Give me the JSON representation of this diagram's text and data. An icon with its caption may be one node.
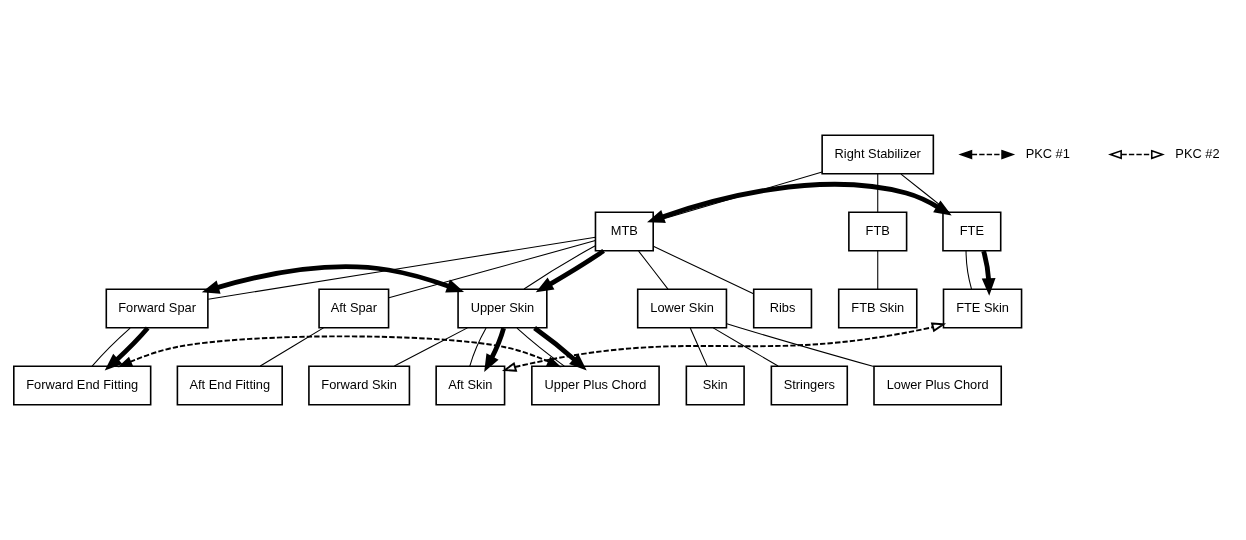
{
  "diagram": {
    "nodes": [
      {
        "text": [
          "Right Stabilizer"
        ]
      },
      {
        "text": [
          "MTB"
        ]
      },
      {
        "text": [
          "FTB"
        ]
      },
      {
        "text": [
          "FTE"
        ]
      },
      {
        "text": [
          "Forward Spar"
        ]
      },
      {
        "text": [
          "Aft Spar"
        ]
      },
      {
        "text": [
          "Upper Skin"
        ]
      },
      {
        "text": [
          "Lower Skin"
        ]
      },
      {
        "text": [
          "Ribs"
        ]
      },
      {
        "text": [
          "FTB Skin"
        ]
      },
      {
        "text": [
          "FTE Skin"
        ]
      },
      {
        "text": [
          "Forward End Fitting"
        ]
      },
      {
        "text": [
          "Aft End Fitting"
        ]
      },
      {
        "text": [
          "Forward Skin"
        ]
      },
      {
        "text": [
          "Skin"
        ]
      },
      {
        "text": [
          "Aft Skin"
        ]
      },
      {
        "text": [
          "Stringers"
        ]
      },
      {
        "text": [
          "Upper Plus Chord"
        ]
      },
      {
        "text": [
          "Lower Plus Chord"
        ]
      }
    ],
    "edges": [
      {
        "from": 0,
        "to": 1,
        "arrow": "none"
      },
      {
        "from": 0,
        "to": 2,
        "arrow": "none"
      },
      {
        "from": 0,
        "to": 3,
        "arrow": "none"
      },
      {
        "from": 1,
        "to": 4,
        "arrow": "none"
      },
      {
        "from": 1,
        "to": 5,
        "arrow": "none"
      },
      {
        "from": 1,
        "to": 6,
        "arrow": "none"
      },
      {
        "from": 1,
        "to": 7,
        "arrow": "none"
      },
      {
        "from": 1,
        "to": 8,
        "arrow": "none"
      },
      {
        "from": 2,
        "to": 9,
        "arrow": "none"
      },
      {
        "from": 3,
        "to": 10,
        "arrow": "none"
      },
      {
        "from": 4,
        "to": 11,
        "arrow": "none"
      },
      {
        "from": 5,
        "to": 12,
        "arrow": "none"
      },
      {
        "from": 6,
        "to": 13,
        "arrow": "none"
      },
      {
        "from": 6,
        "to": 15,
        "arrow": "none"
      },
      {
        "from": 6,
        "to": 17,
        "arrow": "none"
      },
      {
        "from": 7,
        "to": 14,
        "arrow": "none"
      },
      {
        "from": 7,
        "to": 16,
        "arrow": "none"
      },
      {
        "from": 7,
        "to": 18,
        "arrow": "none"
      },
      {
        "from": 1,
        "to": 3,
        "arrow": "both",
        "style": "thick"
      },
      {
        "from": 1,
        "to": 6,
        "arrow": "to",
        "style": "thick"
      },
      {
        "from": 3,
        "to": 10,
        "arrow": "to",
        "style": "thick"
      },
      {
        "from": 6,
        "to": 15,
        "arrow": "to",
        "style": "thick"
      },
      {
        "from": 15,
        "to": 10,
        "arrow": "both",
        "style": "dashed"
      },
      {
        "from": 4,
        "to": 6,
        "arrow": "both",
        "style": "thick"
      },
      {
        "from": 4,
        "to": 11,
        "arrow": "to",
        "style": "thick"
      },
      {
        "from": 6,
        "to": 17,
        "arrow": "to",
        "style": "thick"
      },
      {
        "from": 11,
        "to": 17,
        "arrow": "both",
        "style": "dashed"
      }
    ],
    "legend": [
      {
        "text": "PKC #1"
      },
      {
        "text": "PKC #2"
      }
    ]
  }
}
